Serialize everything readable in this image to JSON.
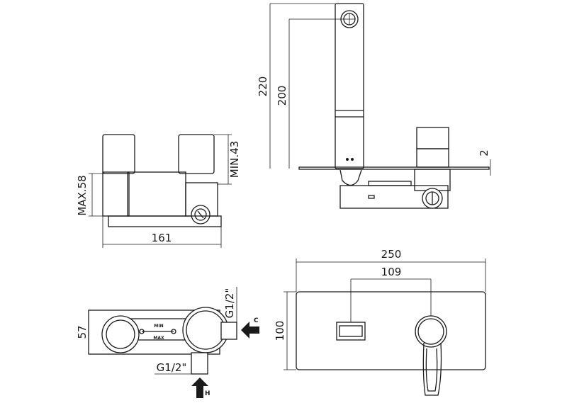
{
  "side_view": {
    "max_label": "MAX.58",
    "min_label": "MIN.43",
    "width_label": "161"
  },
  "front_view": {
    "height_total": "220",
    "height_spout": "200",
    "plate_thickness": "2"
  },
  "top_view": {
    "depth_label": "57",
    "outlet_right": "G1/2\"",
    "outlet_bottom": "G1/2\"",
    "min_mark": "MIN",
    "max_mark": "MAX",
    "cold_inlet": "C",
    "hot_inlet": "H"
  },
  "plate_view": {
    "width_label": "250",
    "spacing_label": "109",
    "height_label": "100"
  }
}
